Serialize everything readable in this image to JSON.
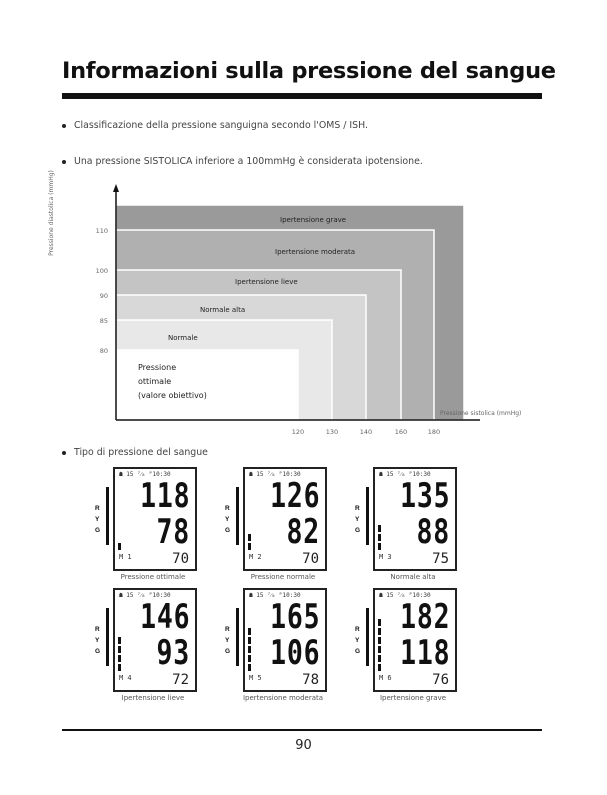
{
  "page_title": "Informazioni sulla pressione del sangue",
  "bullets": {
    "classification": "Classificazione della pressione sanguigna secondo l'OMS / ISH.",
    "hypotension": "Una pressione SISTOLICA inferiore a 100mmHg è considerata ipotensione.",
    "types_heading": "Tipo di pressione del sangue"
  },
  "chart_data": {
    "type": "area",
    "ylabel": "Pressione diastolica (mmHg)",
    "xlabel": "Pressione sistolica (mmHg)",
    "x_ticks": [
      "120",
      "130",
      "140",
      "160",
      "180"
    ],
    "y_ticks": [
      "80",
      "85",
      "90",
      "100",
      "110"
    ],
    "zones": [
      {
        "label": "Ipertensione grave",
        "systolic_max": 200,
        "diastolic_max": 120,
        "color": "#9a9a9a"
      },
      {
        "label": "Ipertensione moderata",
        "systolic_max": 180,
        "diastolic_max": 110,
        "color": "#b0b0b0"
      },
      {
        "label": "Ipertensione lieve",
        "systolic_max": 160,
        "diastolic_max": 100,
        "color": "#c4c4c4"
      },
      {
        "label": "Normale alta",
        "systolic_max": 140,
        "diastolic_max": 90,
        "color": "#d8d8d8"
      },
      {
        "label": "Normale",
        "systolic_max": 130,
        "diastolic_max": 85,
        "color": "#e8e8e8"
      },
      {
        "label": "Pressione ottimale (valore obiettivo)",
        "systolic_max": 120,
        "diastolic_max": 80,
        "color": "#ffffff"
      }
    ]
  },
  "monitors": [
    {
      "sys": "118",
      "dia": "78",
      "mem": "1",
      "pulse": "70",
      "level": 1,
      "caption": "Pressione ottimale"
    },
    {
      "sys": "126",
      "dia": "82",
      "mem": "2",
      "pulse": "70",
      "level": 2,
      "caption": "Pressione normale"
    },
    {
      "sys": "135",
      "dia": "88",
      "mem": "3",
      "pulse": "75",
      "level": 3,
      "caption": "Normale alta"
    },
    {
      "sys": "146",
      "dia": "93",
      "mem": "4",
      "pulse": "72",
      "level": 4,
      "caption": "Ipertensione lieve"
    },
    {
      "sys": "165",
      "dia": "106",
      "mem": "5",
      "pulse": "78",
      "level": 5,
      "caption": "Ipertensione moderata"
    },
    {
      "sys": "182",
      "dia": "118",
      "mem": "6",
      "pulse": "76",
      "level": 6,
      "caption": "Ipertensione grave"
    }
  ],
  "ryg": [
    "R",
    "Y",
    "G"
  ],
  "monitor_top": "☗ 15 ⁷⁄₈ ᴾ10:30",
  "page_number": "90"
}
